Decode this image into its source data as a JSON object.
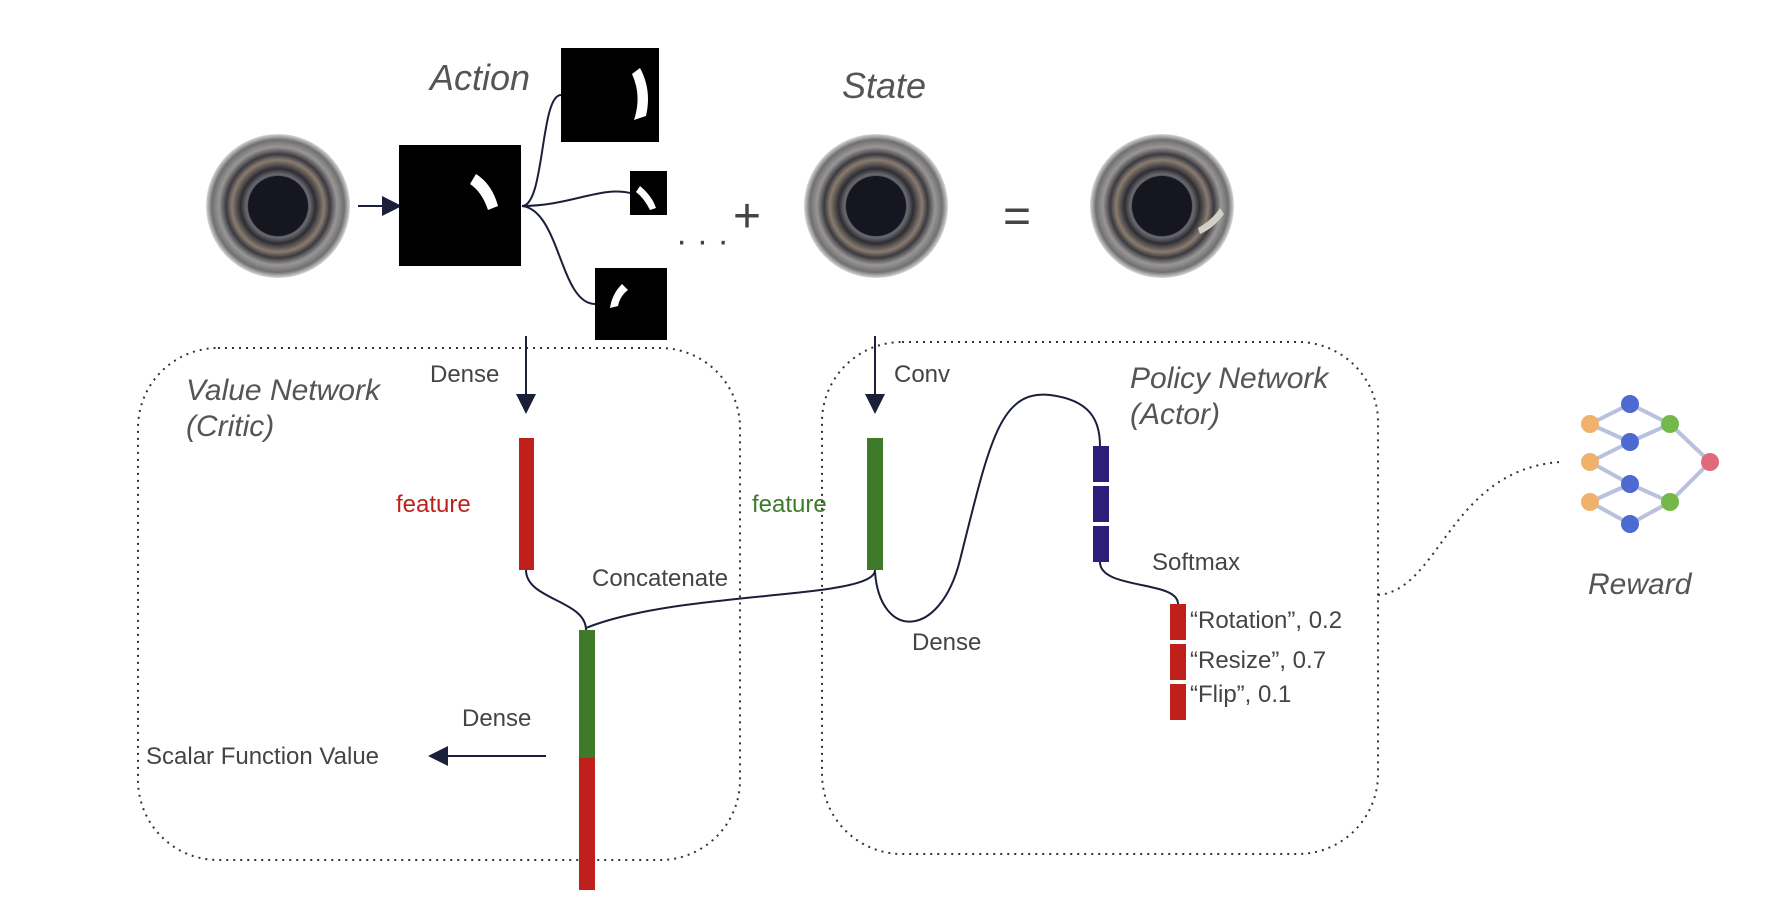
{
  "titles": {
    "action": "Action",
    "state": "State",
    "plus": "+",
    "equals": "=",
    "ellipsis": "· · ·"
  },
  "value_network": {
    "title_line1": "Value Network",
    "title_line2": "(Critic)",
    "dense_in": "Dense",
    "feature": "feature",
    "concatenate": "Concatenate",
    "dense_out": "Dense",
    "output": "Scalar Function Value"
  },
  "policy_network": {
    "title_line1": "Policy Network",
    "title_line2": "(Actor)",
    "conv": "Conv",
    "feature": "feature",
    "dense": "Dense",
    "softmax": "Softmax",
    "outputs": [
      {
        "label": "“Rotation”, 0.2"
      },
      {
        "label": "“Resize”, 0.7"
      },
      {
        "label": "“Flip”, 0.1"
      }
    ]
  },
  "reward": {
    "label": "Reward"
  },
  "colors": {
    "red": "#c0201c",
    "green": "#3e7a2a",
    "purple": "#2e1e7a",
    "node_orange": "#f0b26a",
    "node_blue": "#4d6ad0",
    "node_green": "#72b94a",
    "node_pink": "#e06a7a",
    "edge": "#b8c2dc",
    "feature_red_text": "#c0201c",
    "feature_green_text": "#3e7a2a"
  },
  "icons": {
    "bottle": "bottle-top-view-icon",
    "mask": "binary-mask-icon",
    "reward_net": "neural-network-icon"
  }
}
